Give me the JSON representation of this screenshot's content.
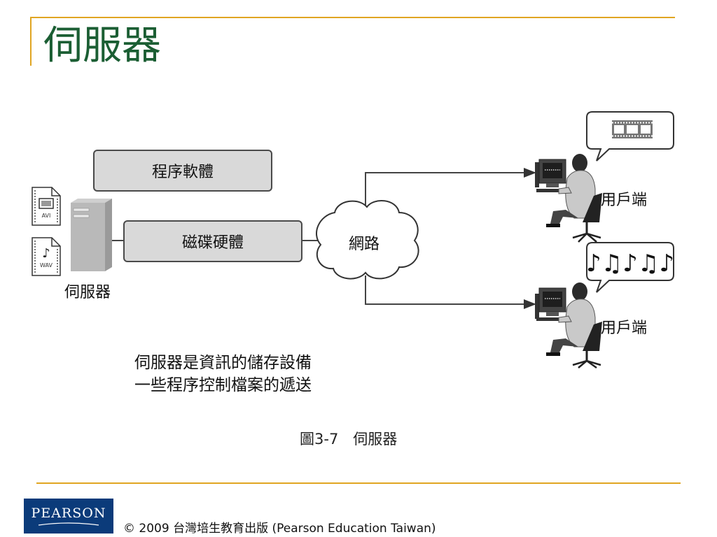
{
  "slide": {
    "title": "伺服器"
  },
  "diagram": {
    "software_box": "程序軟體",
    "hardware_box": "磁碟硬體",
    "network": "網路",
    "server_label": "伺服器",
    "file_icons": [
      {
        "type": "AVI"
      },
      {
        "type": "WAV"
      }
    ],
    "clients": [
      {
        "label": "用戶端",
        "bubble_content": "film-strip-icon"
      },
      {
        "label": "用戶端",
        "bubble_content": "music-notes-icon"
      }
    ]
  },
  "description": [
    "伺服器是資訊的儲存設備",
    "一些程序控制檔案的遞送"
  ],
  "caption": "圖3-7　伺服器",
  "footer": {
    "logo": "PEARSON",
    "copyright": "© 2009 台灣培生教育出版 (Pearson Education Taiwan)"
  },
  "colors": {
    "title": "#1b5e33",
    "accent_rule": "#e0a522",
    "box_fill": "#d9d9d9",
    "logo_bg": "#0b3b7a"
  }
}
